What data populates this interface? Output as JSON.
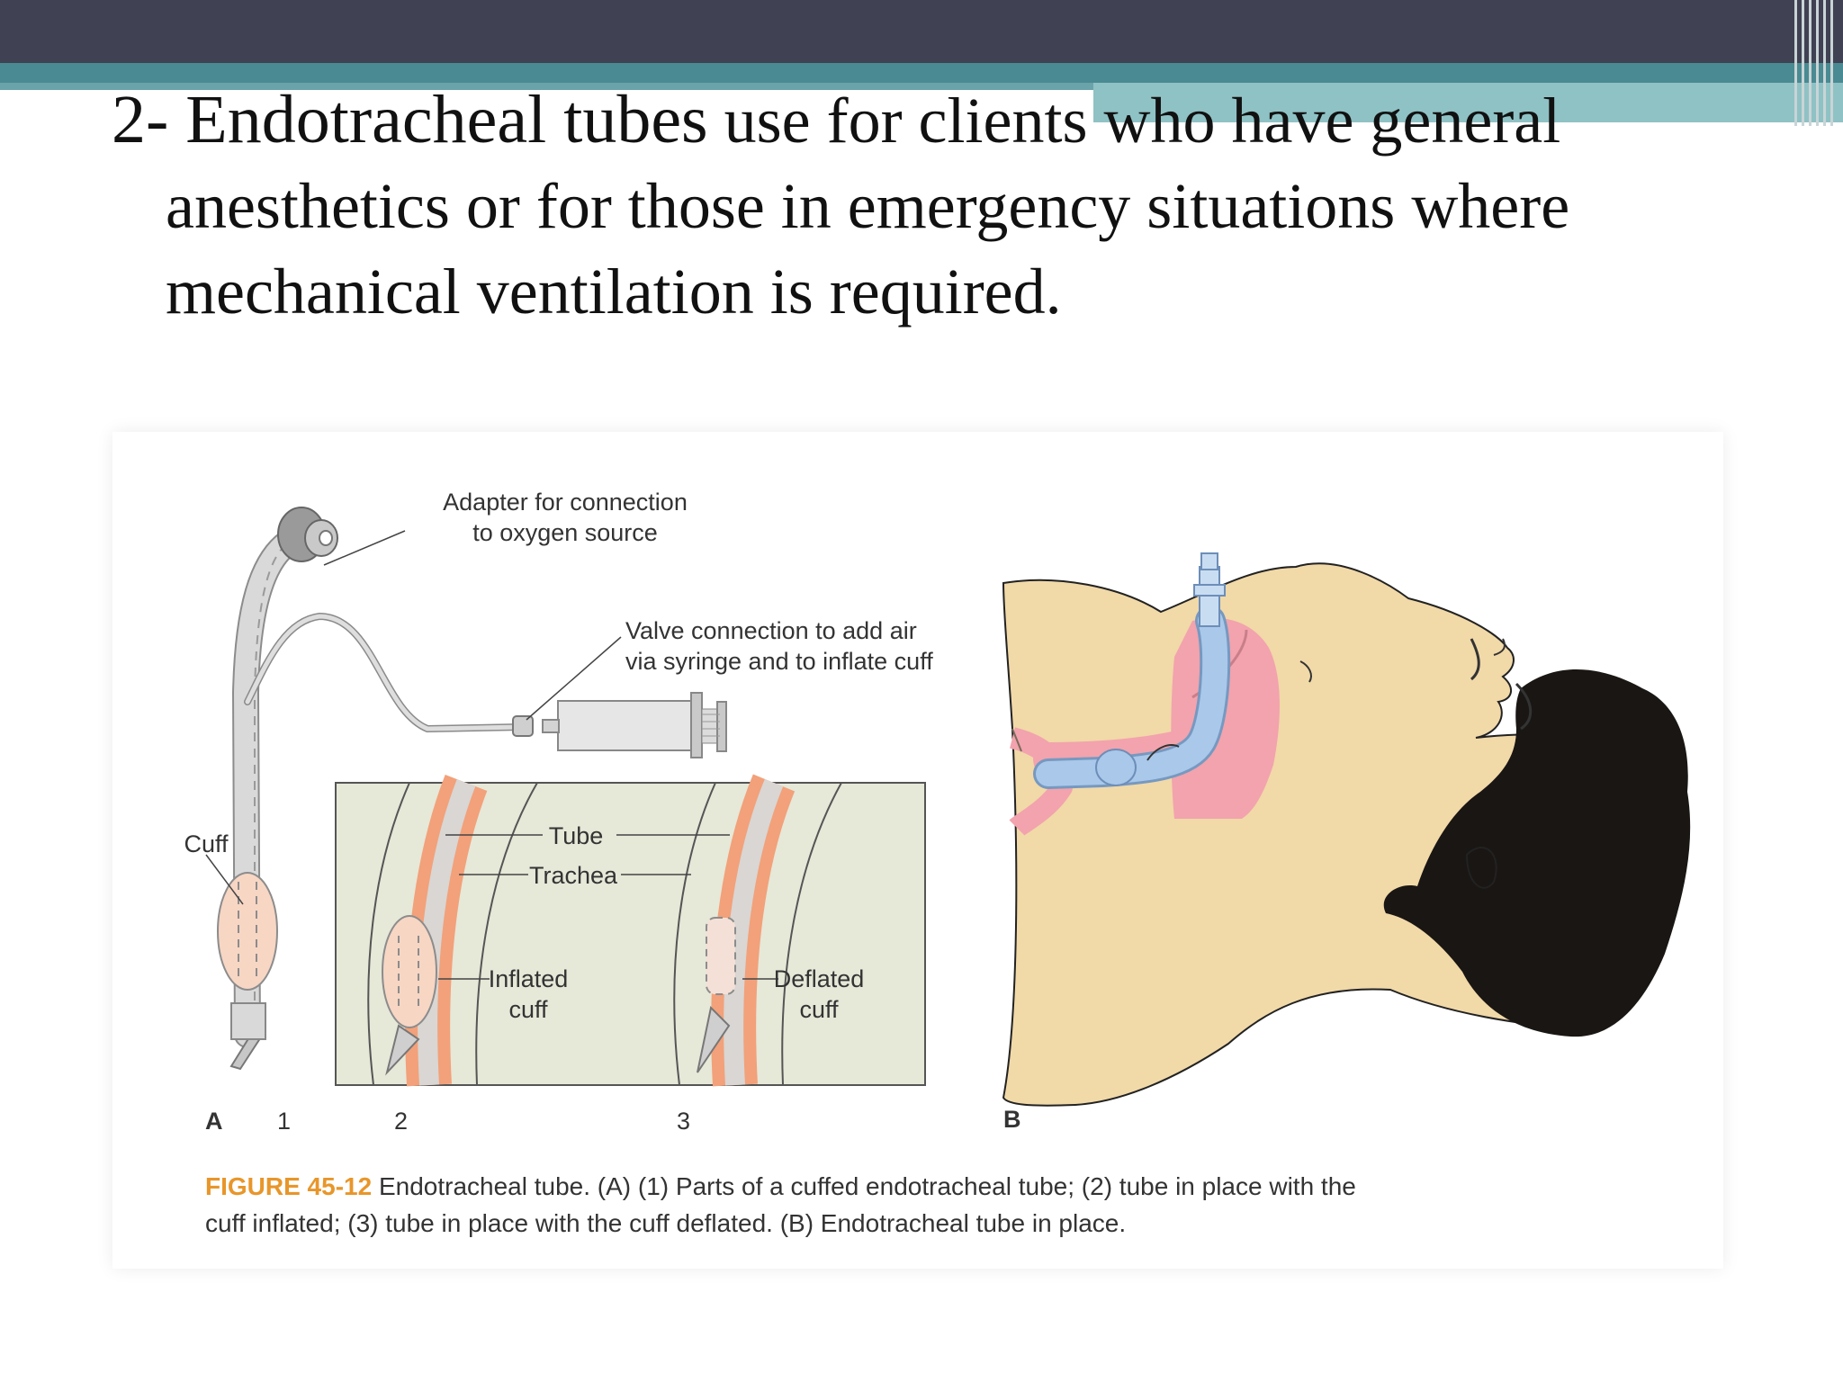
{
  "slide": {
    "heading_lead": "2- Endotracheal tubes",
    "heading_rest": " use for clients who have general anesthetics or for those in emergency situations where mechanical ventilation is required."
  },
  "figure": {
    "labels": {
      "adapter_line1": "Adapter for connection",
      "adapter_line2": "to oxygen source",
      "valve_line1": "Valve connection to add air",
      "valve_line2": "via syringe and to inflate cuff",
      "cuff": "Cuff",
      "tube": "Tube",
      "trachea": "Trachea",
      "inflated_line1": "Inflated",
      "inflated_line2": "cuff",
      "deflated_line1": "Deflated",
      "deflated_line2": "cuff"
    },
    "panel_letters": {
      "a": "A",
      "b": "B"
    },
    "panel_numbers": {
      "one": "1",
      "two": "2",
      "three": "3"
    },
    "caption": {
      "figure_number": "FIGURE 45-12",
      "text": " Endotracheal tube. (A) (1) Parts of a cuffed endotracheal tube; (2) tube in place with the cuff inflated; (3) tube in place with the cuff deflated. (B) Endotracheal tube in place."
    }
  },
  "colors": {
    "top_bar": "#404152",
    "accent_teal": "#4a8a92",
    "caption_figure_number": "#e8962a",
    "skin": "#f1d9a8",
    "hair": "#1a1614",
    "airway_pink": "#f2a3ad",
    "tube_blue": "#a9c8ea",
    "trachea_orange": "#f2a17a",
    "inset_background": "#e6e8d8"
  }
}
